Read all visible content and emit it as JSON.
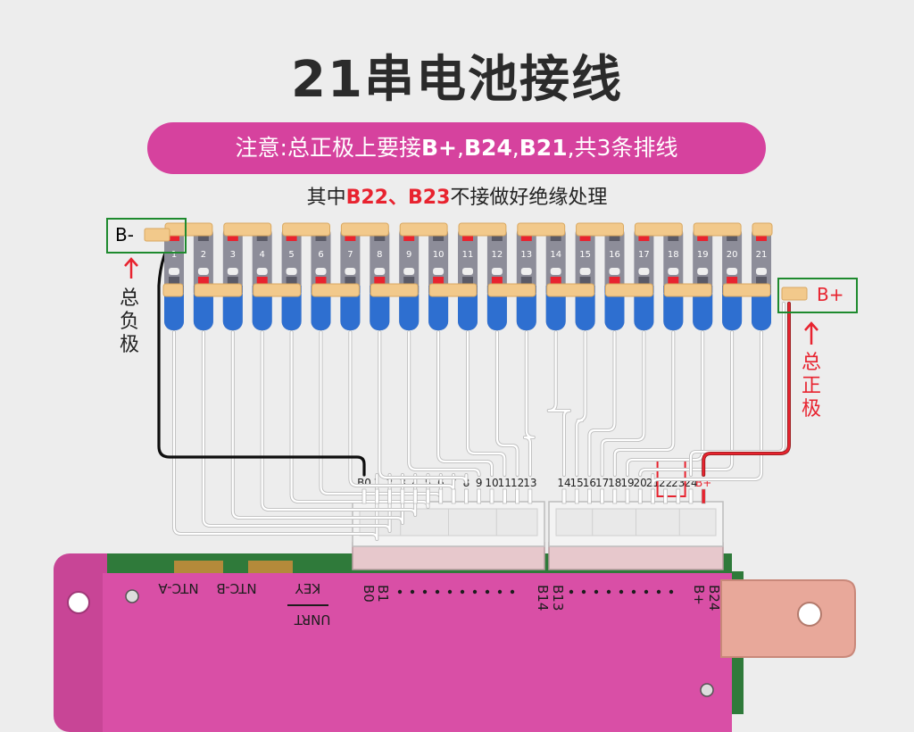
{
  "title": "21串电池接线",
  "banner": {
    "prefix": "注意:总正极上要接",
    "bold_1": "B+",
    "sep_1": ",",
    "bold_2": "B24",
    "sep_2": ",",
    "bold_3": "B21",
    "suffix": ",共3条排线"
  },
  "note": {
    "prefix": "其中",
    "red_1": "B22",
    "sep": "、",
    "red_2": "B23",
    "suffix": "不接做好绝缘处理"
  },
  "negative": {
    "tag": "B-",
    "label": "总负极"
  },
  "positive": {
    "tag": "B+",
    "label": "总正极"
  },
  "cell_numbers": [
    "1",
    "2",
    "3",
    "4",
    "5",
    "6",
    "7",
    "8",
    "9",
    "10",
    "11",
    "12",
    "13",
    "14",
    "15",
    "16",
    "17",
    "18",
    "19",
    "20",
    "21"
  ],
  "connector_left_pins": [
    "B0",
    "1",
    "2",
    "3",
    "4",
    "5",
    "6",
    "7",
    "8",
    "9",
    "10",
    "11",
    "12",
    "13"
  ],
  "connector_right_pins": [
    "14",
    "15",
    "16",
    "17",
    "18",
    "19",
    "20",
    "21",
    "22",
    "23",
    "24",
    "B+"
  ],
  "board": {
    "ntc_a": "NTC-A",
    "ntc_b": "NTC-B",
    "key": "KEY",
    "unrt": "UNRT",
    "b1": "B1",
    "b0": "B0",
    "b13": "B13",
    "b14": "B14",
    "b24": "B24",
    "bplus": "B+"
  },
  "colors": {
    "banner": "#d6429e",
    "accent_red": "#e8232f",
    "highlight_green": "#1e8a2e",
    "board_pink": "#d94fa6",
    "cell_blue": "#2e6fd0"
  }
}
